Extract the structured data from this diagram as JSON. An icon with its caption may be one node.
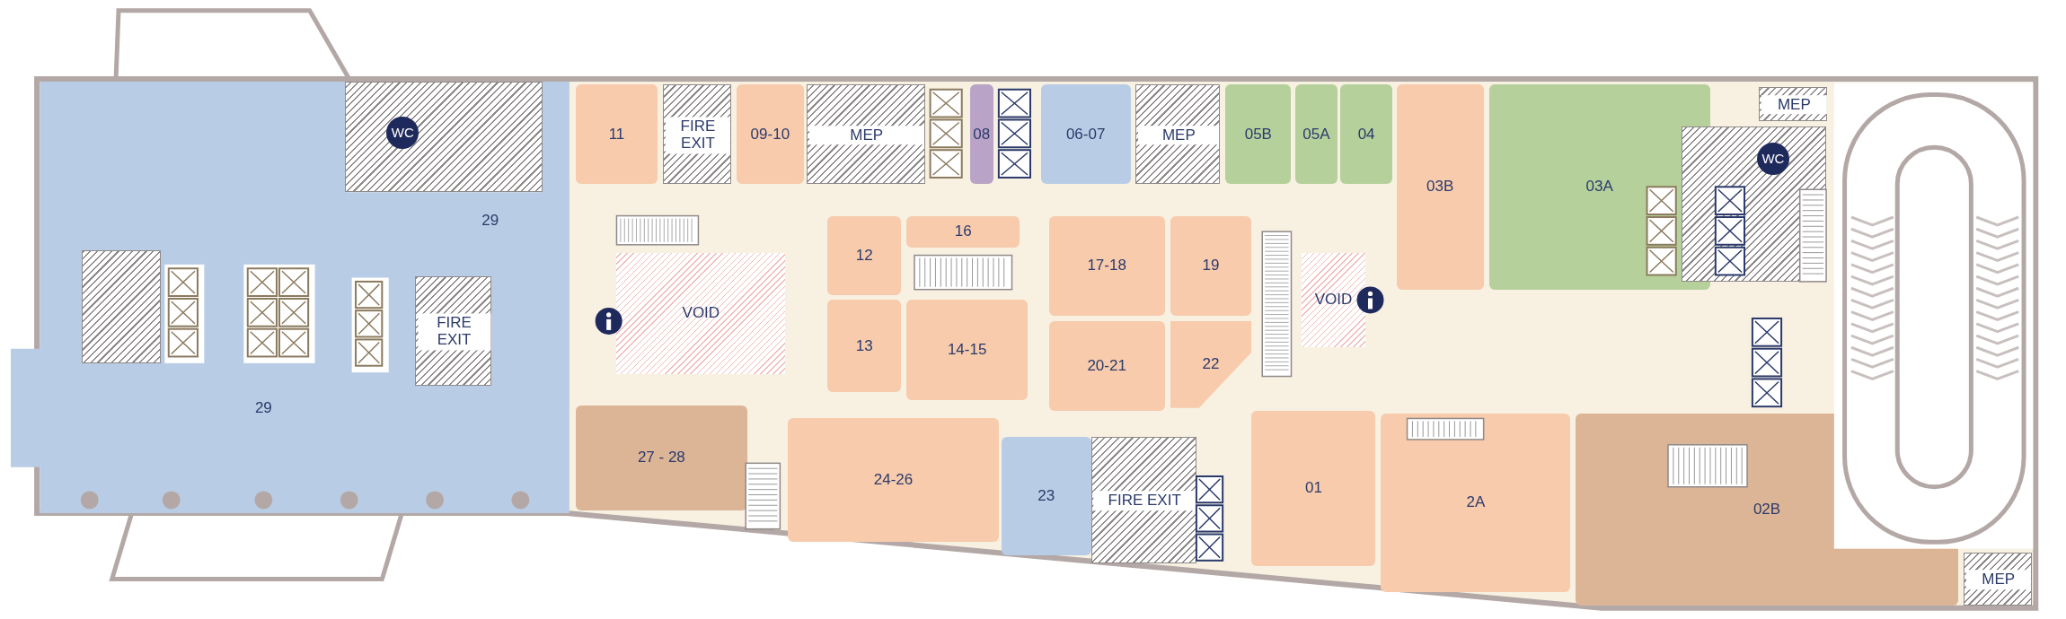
{
  "diagram": {
    "nodes": [
      {
        "text": [
          "29",
          "29"
        ]
      },
      {
        "text": [
          "WC"
        ]
      },
      {
        "text": [
          "FIRE EXIT"
        ],
        "in": 0
      },
      {
        "text": [
          "11"
        ]
      },
      {
        "text": [
          "FIRE EXIT"
        ]
      },
      {
        "text": [
          "09-10"
        ]
      },
      {
        "text": [
          "MEP"
        ]
      },
      {
        "text": [
          "08"
        ]
      },
      {
        "text": [
          "06-07"
        ]
      },
      {
        "text": [
          "MEP"
        ]
      },
      {
        "text": [
          "05B"
        ]
      },
      {
        "text": [
          "05A"
        ]
      },
      {
        "text": [
          "04"
        ]
      },
      {
        "text": [
          "03B"
        ]
      },
      {
        "text": [
          "03A"
        ]
      },
      {
        "text": [
          "MEP"
        ]
      },
      {
        "text": [
          "WC"
        ]
      },
      {
        "text": [
          "VOID"
        ]
      },
      {
        "text": [
          "12"
        ]
      },
      {
        "text": [
          "16"
        ]
      },
      {
        "text": [
          "17-18"
        ]
      },
      {
        "text": [
          "19"
        ]
      },
      {
        "text": [
          "VOID"
        ]
      },
      {
        "text": [
          "13"
        ]
      },
      {
        "text": [
          "14-15"
        ]
      },
      {
        "text": [
          "20-21"
        ]
      },
      {
        "text": [
          "22"
        ]
      },
      {
        "text": [
          "27 - 28"
        ]
      },
      {
        "text": [
          "24-26"
        ]
      },
      {
        "text": [
          "23"
        ]
      },
      {
        "text": [
          "FIRE EXIT"
        ]
      },
      {
        "text": [
          "01"
        ]
      },
      {
        "text": [
          "2A"
        ]
      },
      {
        "text": [
          "02B"
        ]
      },
      {
        "text": [
          "MEP"
        ]
      },
      {
        "text": [],
        "shape": "box",
        "in": 0
      }
    ]
  }
}
